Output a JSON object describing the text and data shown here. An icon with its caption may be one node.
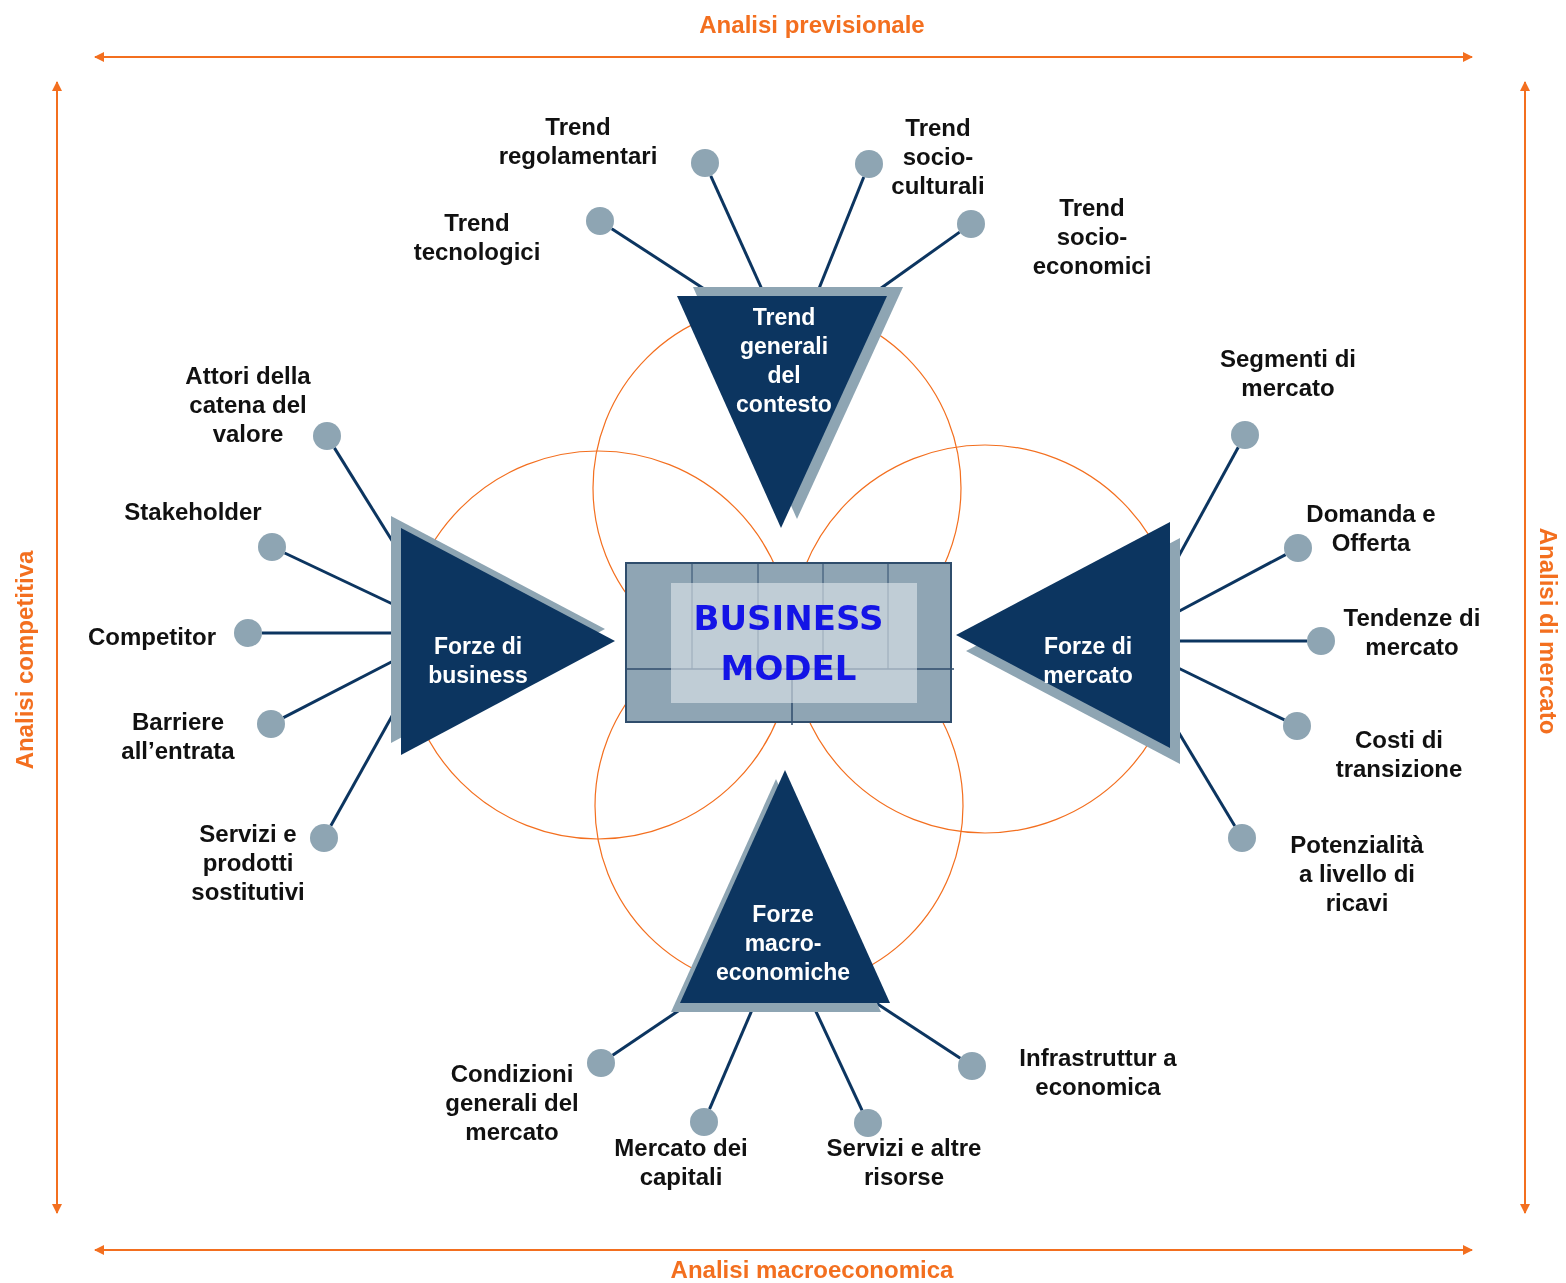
{
  "diagram": {
    "nodes": [
      {
        "text": [],
        "shape": "circle",
        "beside": [
          "Trend regolamentari"
        ]
      },
      {
        "text": [],
        "shape": "circle",
        "beside": [
          "Trend socio-culturali"
        ]
      },
      {
        "text": [],
        "shape": "circle",
        "beside": [
          "Trend tecnologici"
        ]
      },
      {
        "text": [],
        "shape": "circle",
        "beside": [
          "Trend socio-economici"
        ]
      },
      {
        "text": [
          "Trend generali del contesto"
        ]
      },
      {
        "text": [],
        "shape": "circle",
        "beside": [
          "Segmenti di mercato"
        ]
      },
      {
        "text": [],
        "shape": "circle",
        "beside": [
          "Attori della catena del valore"
        ]
      },
      {
        "text": [],
        "shape": "circle",
        "beside": [
          "Stakeholder"
        ]
      },
      {
        "text": [],
        "shape": "circle",
        "beside": [
          "Domanda e Offerta"
        ]
      },
      {
        "text": [
          "Forze di business"
        ]
      },
      {
        "text": [
          "BUSINESS MODEL"
        ]
      },
      {
        "text": [
          "Forze di mercato"
        ]
      },
      {
        "text": [],
        "shape": "circle",
        "beside": [
          "Competitor"
        ]
      },
      {
        "text": [],
        "shape": "circle",
        "beside": [
          "Tendenze di mercato"
        ]
      },
      {
        "text": [],
        "shape": "circle",
        "beside": [
          "Barriere all’entrata"
        ]
      },
      {
        "text": [],
        "shape": "circle",
        "beside": [
          "Costi di transizione"
        ]
      },
      {
        "text": [],
        "shape": "circle",
        "beside": [
          "Servizi e prodotti sostitutivi"
        ]
      },
      {
        "text": [],
        "shape": "circle",
        "beside": [
          "Potenzialità a livello di ricavi"
        ]
      },
      {
        "text": [
          "Forze macro-economiche"
        ]
      },
      {
        "text": [],
        "shape": "circle",
        "beside": [
          "Infrastruttur a economica"
        ]
      },
      {
        "text": [],
        "shape": "circle",
        "beside": [
          "Condizioni generali del mercato"
        ]
      },
      {
        "text": [],
        "shape": "circle",
        "beside": [
          "Mercato dei capitali"
        ]
      },
      {
        "text": [],
        "shape": "circle",
        "beside": [
          "Servizi e altre risorse"
        ]
      }
    ],
    "edges": [
      {
        "from": 4,
        "to": 0,
        "arrow": "none"
      },
      {
        "from": 4,
        "to": 1,
        "arrow": "none"
      },
      {
        "from": 4,
        "to": 2,
        "arrow": "none"
      },
      {
        "from": 4,
        "to": 3,
        "arrow": "none"
      },
      {
        "from": 9,
        "to": 6,
        "arrow": "none"
      },
      {
        "from": 9,
        "to": 7,
        "arrow": "none"
      },
      {
        "from": 9,
        "to": 12,
        "arrow": "none"
      },
      {
        "from": 9,
        "to": 14,
        "arrow": "none"
      },
      {
        "from": 9,
        "to": 16,
        "arrow": "none"
      },
      {
        "from": 11,
        "to": 5,
        "arrow": "none"
      },
      {
        "from": 11,
        "to": 8,
        "arrow": "none"
      },
      {
        "from": 11,
        "to": 13,
        "arrow": "none"
      },
      {
        "from": 11,
        "to": 15,
        "arrow": "none"
      },
      {
        "from": 11,
        "to": 17,
        "arrow": "none"
      },
      {
        "from": 18,
        "to": 20,
        "arrow": "none"
      },
      {
        "from": 18,
        "to": 21,
        "arrow": "none"
      },
      {
        "from": 18,
        "to": 22,
        "arrow": "none"
      },
      {
        "from": 18,
        "to": 19,
        "arrow": "none"
      }
    ],
    "labels": [
      "Analisi previsionale",
      "Analisi competitiva",
      "Analisi di mercato",
      "Analisi macroeconomica"
    ]
  }
}
